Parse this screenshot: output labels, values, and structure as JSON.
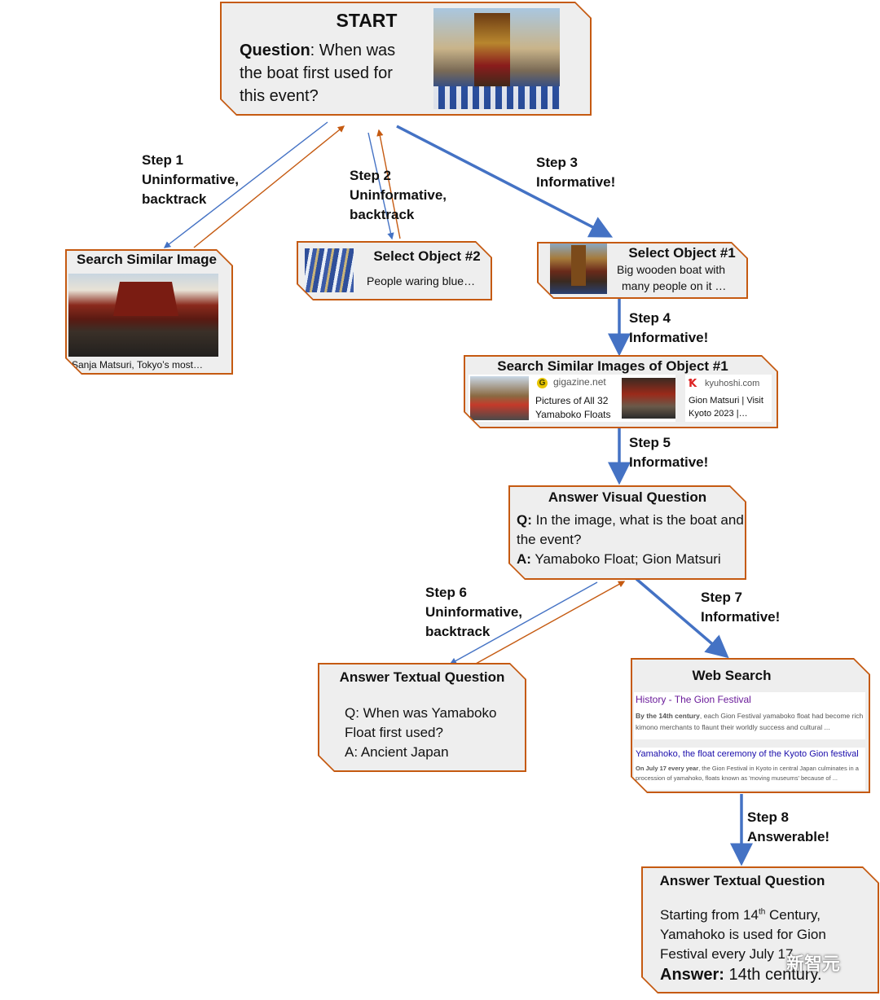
{
  "colors": {
    "box_border": "#c55a11",
    "box_fill": "#eeeeee",
    "arrow_blue": "#4472c4",
    "arrow_orange": "#c55a11",
    "link_purple": "#6a1b9a",
    "link_blue": "#1a0dab"
  },
  "start": {
    "title": "START",
    "question_label": "Question",
    "question_text": ": When was the boat first used for this event?"
  },
  "search_similar": {
    "title": "Search Similar Image",
    "caption": "Sanja Matsuri, Tokyo’s most…"
  },
  "object2": {
    "title": "Select Object #2",
    "desc": "People waring blue…"
  },
  "object1": {
    "title": "Select Object #1",
    "desc_line1": "Big wooden boat with",
    "desc_line2": "many people on it …"
  },
  "search_obj1": {
    "title": "Search Similar Images of Object #1",
    "result1": {
      "site": "gigazine.net",
      "text_line1": "Pictures of All 32",
      "text_line2": "Yamaboko Floats",
      "icon": "gigazine-logo-icon"
    },
    "result2": {
      "site": "kyuhoshi.com",
      "text_line1": "Gion Matsuri | Visit",
      "text_line2": "Kyoto 2023 |…",
      "icon": "kyuhoshi-logo-icon"
    }
  },
  "visual_q": {
    "title": "Answer Visual Question",
    "q_label": "Q:",
    "q_text": " In the image, what is the boat and the event?",
    "a_label": "A:",
    "a_text": " Yamaboko Float; Gion Matsuri"
  },
  "textual_q1": {
    "title": "Answer Textual Question",
    "line1": "Q: When was Yamaboko",
    "line2": "Float first used?",
    "line3": "A: Ancient Japan"
  },
  "web_search": {
    "title": "Web Search",
    "r1_title": "History - The Gion Festival",
    "r1_bold": "By the 14th century",
    "r1_text": ", each Gion Festival yamaboko float had become rich kimono merchants to flaunt their worldly success and cultural ...",
    "r2_title": "Yamahoko, the float ceremony of the Kyoto Gion festival",
    "r2_bold": "On July 17 every year",
    "r2_text": ", the Gion Festival in Kyoto in central Japan culminates in a procession of yamahoko, floats known as 'moving museums' because of ..."
  },
  "textual_q2": {
    "title": "Answer Textual Question",
    "line1_a": "Starting from 14",
    "line1_sup": "th",
    "line1_b": " Century,",
    "line2": "Yamahoko is used for Gion",
    "line3": "Festival every July 17",
    "answer_label": "Answer:",
    "answer_text": " 14th century."
  },
  "steps": {
    "s1": {
      "l1": "Step 1",
      "l2": "Uninformative,",
      "l3": "backtrack"
    },
    "s2": {
      "l1": "Step 2",
      "l2": "Uninformative,",
      "l3": "backtrack"
    },
    "s3": {
      "l1": "Step 3",
      "l2": "Informative!"
    },
    "s4": {
      "l1": "Step 4",
      "l2": "Informative!"
    },
    "s5": {
      "l1": "Step 5",
      "l2": "Informative!"
    },
    "s6": {
      "l1": "Step 6",
      "l2": "Uninformative,",
      "l3": "backtrack"
    },
    "s7": {
      "l1": "Step 7",
      "l2": "Informative!"
    },
    "s8": {
      "l1": "Step 8",
      "l2": "Answerable!"
    }
  },
  "watermark": "新智元"
}
